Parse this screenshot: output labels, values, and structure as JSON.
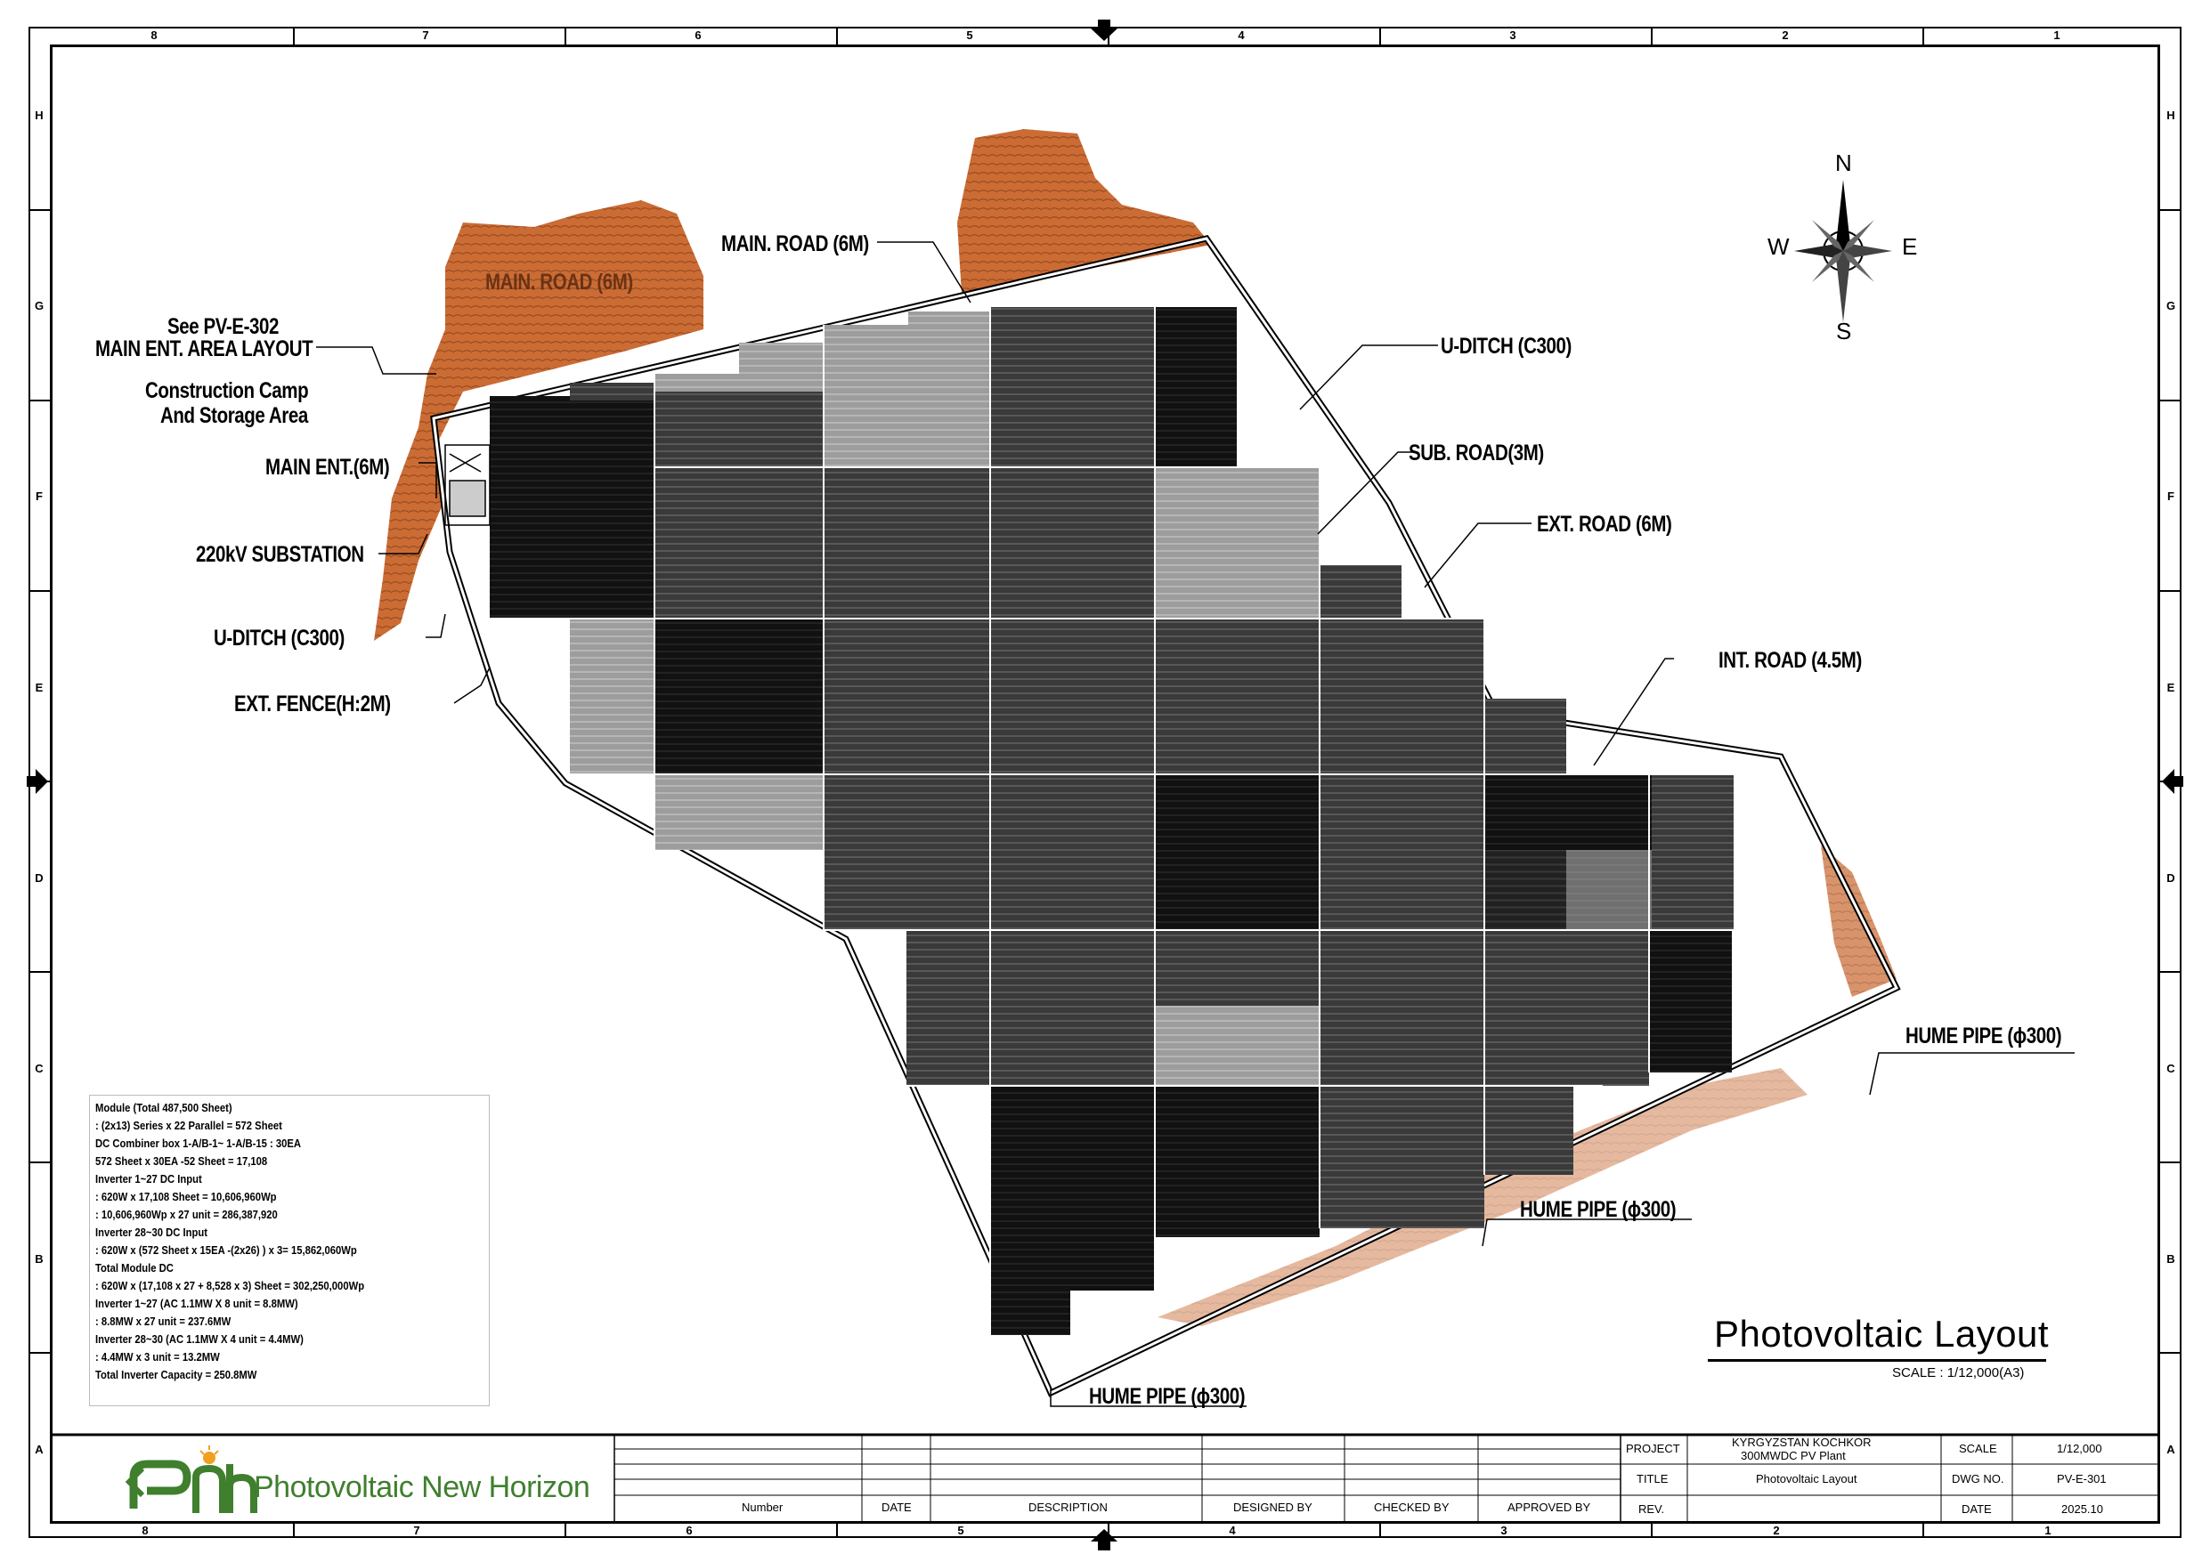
{
  "sheet": {
    "col_numbers_top": [
      "8",
      "7",
      "6",
      "5",
      "4",
      "3",
      "2",
      "1"
    ],
    "col_numbers_bottom": [
      "8",
      "7",
      "6",
      "5",
      "4",
      "3",
      "2",
      "1"
    ],
    "row_letters": [
      "H",
      "G",
      "F",
      "E",
      "D",
      "C",
      "B",
      "A"
    ]
  },
  "callouts": {
    "main_road_top": "MAIN. ROAD (6M)",
    "main_road_hill": "MAIN. ROAD (6M)",
    "see_ref": "See PV-E-302",
    "main_ent_area_layout": "MAIN ENT. AREA LAYOUT",
    "construction_camp_1": "Construction Camp",
    "construction_camp_2": "And Storage Area",
    "main_ent": "MAIN ENT.(6M)",
    "substation": "220kV SUBSTATION",
    "u_ditch_left": "U-DITCH (C300)",
    "ext_fence": "EXT. FENCE(H:2M)",
    "u_ditch_right": "U-DITCH (C300)",
    "sub_road": "SUB. ROAD(3M)",
    "ext_road": "EXT. ROAD (6M)",
    "int_road": "INT. ROAD (4.5M)",
    "hume_pipe_1": "HUME PIPE (ϕ300)",
    "hume_pipe_2": "HUME PIPE (ϕ300)",
    "hume_pipe_3": "HUME PIPE (ϕ300)"
  },
  "compass": {
    "n": "N",
    "s": "S",
    "e": "E",
    "w": "W"
  },
  "notes": [
    "Module (Total 487,500 Sheet)",
    ": (2x13) Series x 22 Parallel  = 572 Sheet",
    "DC Combiner box 1-A/B-1~ 1-A/B-15 : 30EA",
    "572 Sheet x 30EA -52 Sheet = 17,108",
    "Inverter 1~27 DC Input",
    ": 620W x 17,108 Sheet = 10,606,960Wp",
    ": 10,606,960Wp x 27 unit = 286,387,920",
    "Inverter 28~30 DC Input",
    ": 620W x (572 Sheet x 15EA -(2x26) ) x 3= 15,862,060Wp",
    "Total Module DC",
    ": 620W x (17,108 x 27 + 8,528 x 3) Sheet = 302,250,000Wp",
    "Inverter 1~27 (AC 1.1MW X 8 unit = 8.8MW)",
    ": 8.8MW x 27 unit = 237.6MW",
    "Inverter 28~30 (AC 1.1MW X 4 unit = 4.4MW)",
    ": 4.4MW x 3 unit = 13.2MW",
    "Total Inverter Capacity = 250.8MW"
  ],
  "drawing_title": "Photovoltaic Layout",
  "drawing_scale": "SCALE : 1/12,000(A3)",
  "logo": {
    "mark": "Pnh",
    "text": "Photovoltaic New Horizon"
  },
  "revision_headers": [
    "Number",
    "DATE",
    "DESCRIPTION",
    "DESIGNED BY",
    "CHECKED BY",
    "APPROVED BY"
  ],
  "title_block": {
    "project_label": "PROJECT",
    "project_value_1": "KYRGYZSTAN KOCHKOR",
    "project_value_2": "300MWDC PV Plant",
    "title_label": "TITLE",
    "title_value": "Photovoltaic Layout",
    "rev_label": "REV.",
    "scale_label": "SCALE",
    "scale_value": "1/12,000",
    "dwg_label": "DWG NO.",
    "dwg_value": "PV-E-301",
    "date_label": "DATE",
    "date_value": "2025.10"
  },
  "colors": {
    "terrain": "#c8642a",
    "array_dark": "#111111",
    "array_mid": "#444444",
    "array_light": "#9a9a9a",
    "logo_green": "#3f7f2d",
    "logo_orange": "#f0a020"
  }
}
